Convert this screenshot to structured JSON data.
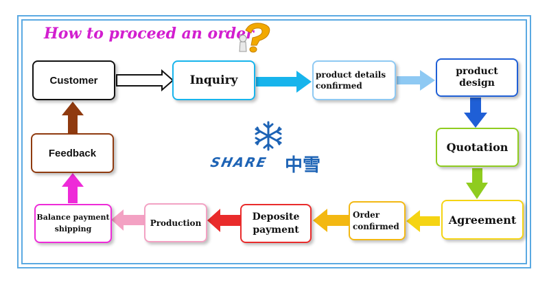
{
  "title": "How to proceed an order",
  "nodes": {
    "customer": "Customer",
    "inquiry": "Inquiry",
    "product_details": "product details confirmed",
    "product_design": "product design",
    "quotation": "Quotation",
    "agreement": "Agreement",
    "order_confirmed": "Order confirmed",
    "deposite_payment": "Deposite payment",
    "production": "Production",
    "balance_payment": "Balance payment shipping",
    "feedback": "Feedback"
  },
  "logo": {
    "text": "SHARE",
    "cjk": "中雪",
    "icon": "snowflake-icon",
    "color": "#1d63b5"
  },
  "colors": {
    "frame": "#5aa9e2",
    "title": "#d21ecf",
    "cyan": "#17b4ec",
    "light_blue": "#8ec9f3",
    "blue": "#1f5fd6",
    "green": "#8fcc1f",
    "yellow": "#f5d413",
    "orange": "#f3b812",
    "red": "#e92b2b",
    "pink": "#f3a1c3",
    "magenta": "#ee2ad8",
    "brown": "#8f3a0f",
    "black": "#111111"
  }
}
